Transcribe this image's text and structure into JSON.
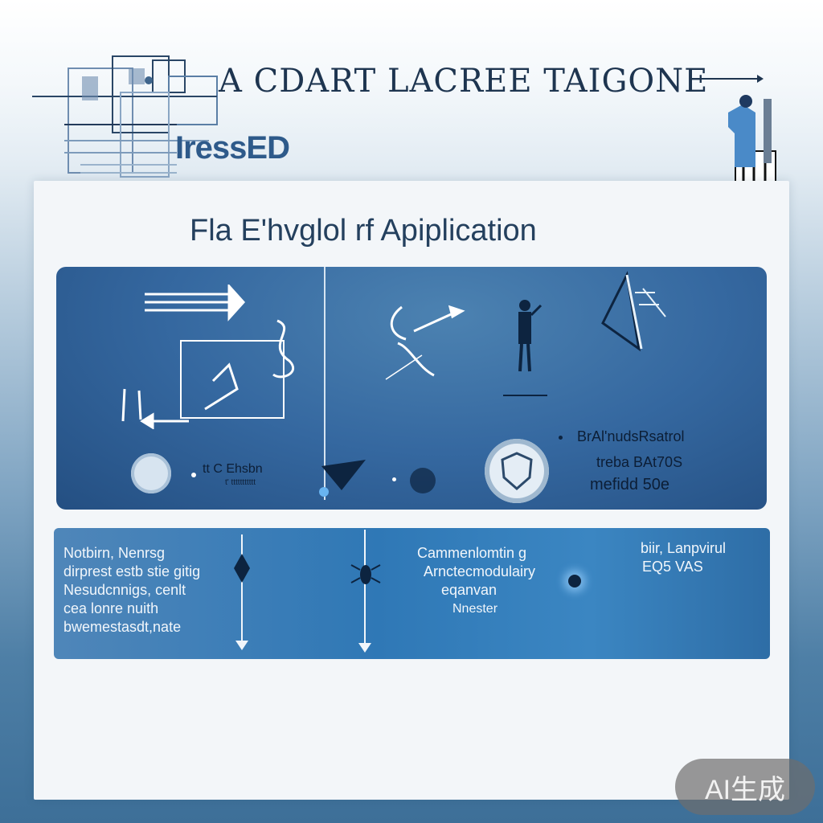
{
  "header": {
    "title": "A CDART LACREE TAIGONE",
    "subtitle": "IressED"
  },
  "panel": {
    "heading": "Fla E'hvglol rf Apiplication"
  },
  "top_card": {
    "left_caption": "tt C Ehsbn",
    "left_caption_sub": "t' ttttttttttt",
    "right_lines": [
      "BrAl'nudsRsatrol",
      "treba BAt70S",
      "mefidd 50e"
    ]
  },
  "bottom_card": {
    "left_lines": [
      "Notbirn, Nenrsg",
      "dirprest estb stie gitig",
      "Nesudcnnigs, cenlt",
      "cea lonre nuith",
      "bwemestasdt,nate"
    ],
    "center_lines": [
      "Cammenlomtin g",
      "Arnctecmodulairy",
      "eqanvan",
      "Nnester"
    ],
    "right_lines": [
      "biir, Lanpvirul",
      "EQ5 VAS"
    ]
  },
  "watermark": "AI生成",
  "colors": {
    "title": "#1e3550",
    "accent": "#2e5a8a",
    "card_dark": "#3568a0",
    "card_light": "#2f78b6"
  }
}
